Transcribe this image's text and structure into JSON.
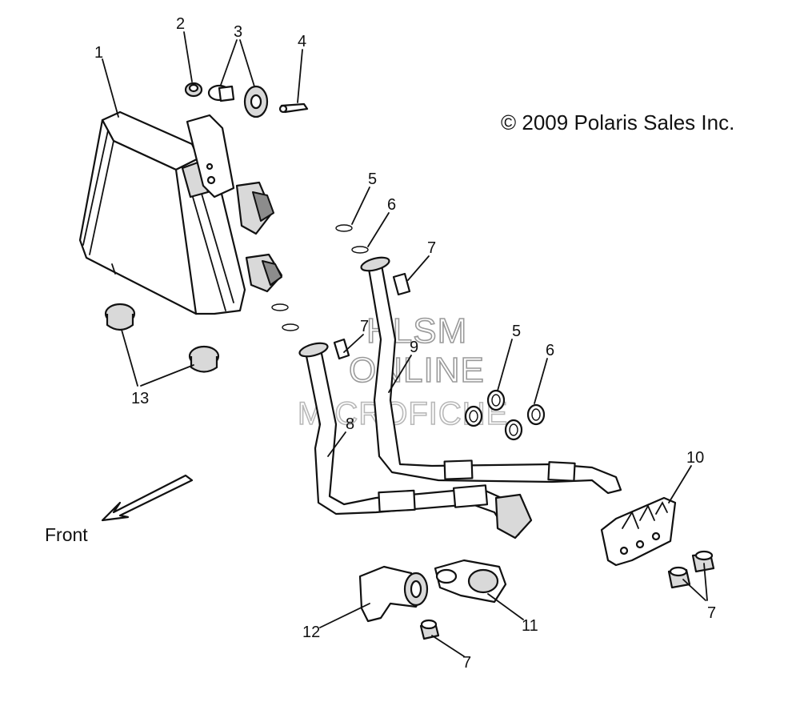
{
  "copyright": "© 2009 Polaris Sales Inc.",
  "front_label": "Front",
  "watermark": {
    "line1": "HLSM",
    "line2": "ONLINE",
    "line3": "MICROFICHE"
  },
  "callouts": {
    "c1": "1",
    "c2": "2",
    "c3": "3",
    "c4": "4",
    "c5a": "5",
    "c6a": "6",
    "c7a": "7",
    "c7b": "7",
    "c9": "9",
    "c5b": "5",
    "c6b": "6",
    "c8": "8",
    "c10": "10",
    "c13": "13",
    "c7c": "7",
    "c11": "11",
    "c12": "12",
    "c7d": "7"
  }
}
